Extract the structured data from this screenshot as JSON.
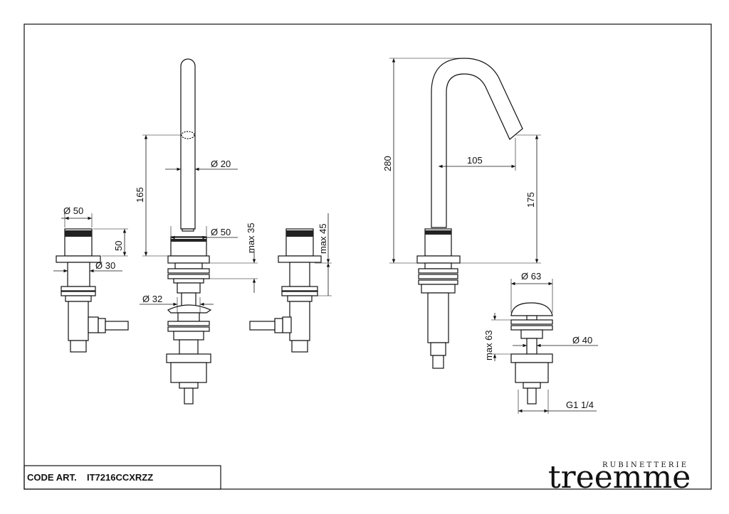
{
  "title_block": {
    "code_label": "CODE ART.",
    "code_value": "IT7216CCXRZZ"
  },
  "brand": {
    "name": "treemme",
    "subtitle": "RUBINETTERIE"
  },
  "dimensions": {
    "left_handle_diameter": "Ø 50",
    "left_handle_height": "50",
    "left_handle_stem": "Ø 30",
    "spout_height": "165",
    "spout_diameter": "Ø 20",
    "spout_base_diameter": "Ø 50",
    "spout_deck_max": "max 35",
    "spout_hole": "Ø 32",
    "right_handle_max": "max 45",
    "side_height": "280",
    "side_reach": "105",
    "side_outlet_height": "175",
    "waste_diameter": "Ø 63",
    "waste_max": "max 63",
    "waste_stem": "Ø 40",
    "waste_thread": "G1 1/4"
  },
  "colors": {
    "line": "#111111",
    "background": "#ffffff"
  }
}
